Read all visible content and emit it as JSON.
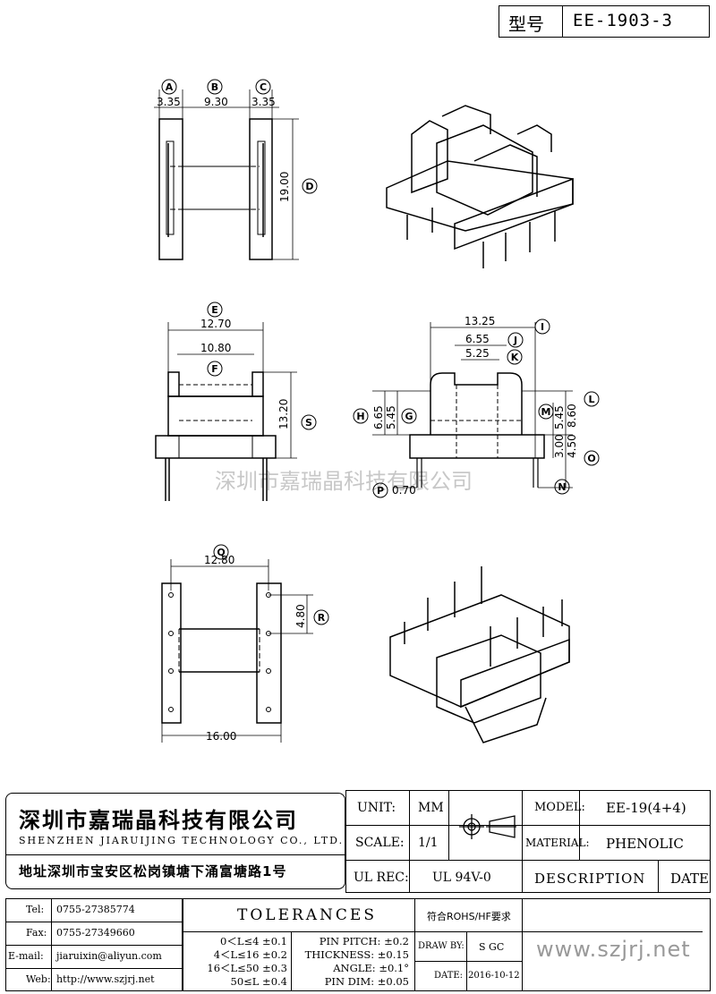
{
  "model_box": {
    "label": "型号",
    "value": "EE-1903-3"
  },
  "dims": {
    "A": "3.35",
    "B": "9.30",
    "C": "3.35",
    "D": "19.00",
    "E": "12.70",
    "F": "10.80",
    "S": "13.20",
    "I": "13.25",
    "J": "6.55",
    "K": "5.25",
    "H": "6.65",
    "G": "5.45",
    "M": "5.45",
    "L": "8.60",
    "O_a": "3.00",
    "O_b": "4.50",
    "P": "0.70",
    "Q": "12.80",
    "R": "4.80",
    "bottom": "16.00"
  },
  "markers": [
    "A",
    "B",
    "C",
    "D",
    "E",
    "F",
    "S",
    "I",
    "J",
    "K",
    "H",
    "G",
    "M",
    "L",
    "O",
    "N",
    "P",
    "Q",
    "R"
  ],
  "watermark": "深圳市嘉瑞晶科技有限公司",
  "company": {
    "name_cn": "深圳市嘉瑞晶科技有限公司",
    "name_en": "SHENZHEN JIARUIJING TECHNOLOGY CO., LTD.",
    "address": "地址深圳市宝安区松岗镇塘下涌富塘路1号"
  },
  "spec": {
    "unit_label": "UNIT:",
    "unit_value": "MM",
    "scale_label": "SCALE:",
    "scale_value": "1/1",
    "ulrec_label": "UL REC:",
    "ulrec_value": "UL 94V-0",
    "model_label": "MODEL:",
    "model_value": "EE-19(4+4)",
    "material_label": "MATERIAL:",
    "material_value": "PHENOLIC",
    "description_label": "DESCRIPTION",
    "date_label": "DATE"
  },
  "contact": {
    "tel_label": "Tel:",
    "tel": "0755-27385774",
    "fax_label": "Fax:",
    "fax": "0755-27349660",
    "email_label": "E-mail:",
    "email": "jiaruixin@aliyun.com",
    "web_label": "Web:",
    "web": "http://www.szjrj.net"
  },
  "tolerances": {
    "title": "TOLERANCES",
    "rohs": "符合ROHS/HF要求",
    "length_rows": [
      "0＜L≤4 ±0.1",
      "4＜L≤16 ±0.2",
      "16＜L≤50 ±0.3",
      "50≤L ±0.4"
    ],
    "spec_rows": [
      "PIN PITCH: ±0.2",
      "THICKNESS: ±0.15",
      "ANGLE: ±0.1°",
      "PIN DIM: ±0.05"
    ],
    "drawby_label": "DRAW BY:",
    "drawby": "S GC",
    "date_label": "DATE:",
    "date": "2016-10-12",
    "website": "www.szjrj.net"
  }
}
